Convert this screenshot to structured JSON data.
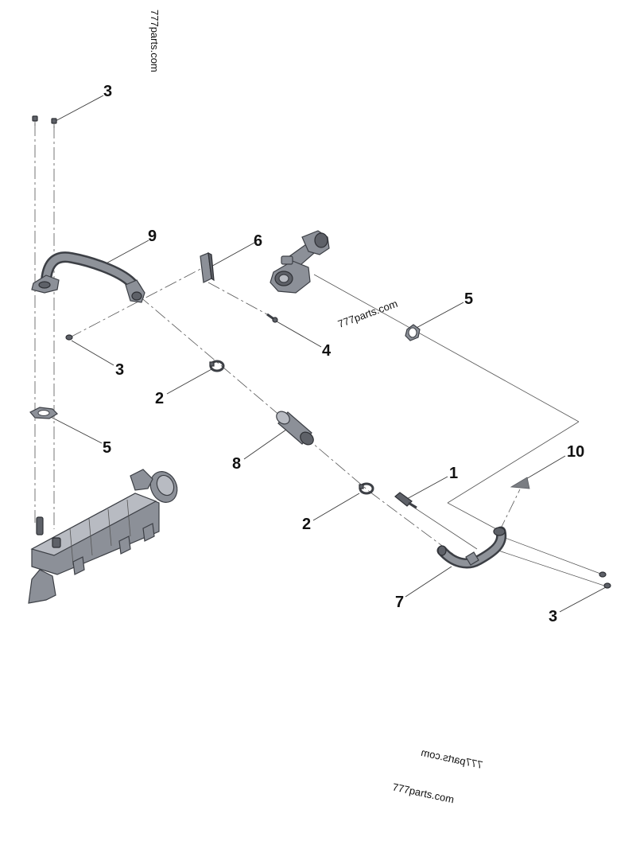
{
  "callouts": {
    "c1": "1",
    "c2a": "2",
    "c2b": "2",
    "c3a": "3",
    "c3b": "3",
    "c3c": "3",
    "c4": "4",
    "c5a": "5",
    "c5b": "5",
    "c6": "6",
    "c7": "7",
    "c8": "8",
    "c9": "9",
    "c10": "10"
  },
  "watermarks": {
    "top": "777parts.com",
    "middle": "777parts.com",
    "bottom": "777parts.com",
    "bottom_mirrored": "777parts.com"
  },
  "colors": {
    "part_fill": "#8c9098",
    "part_outline": "#3c3f45",
    "indicator_triangle": "#7a7d82"
  }
}
